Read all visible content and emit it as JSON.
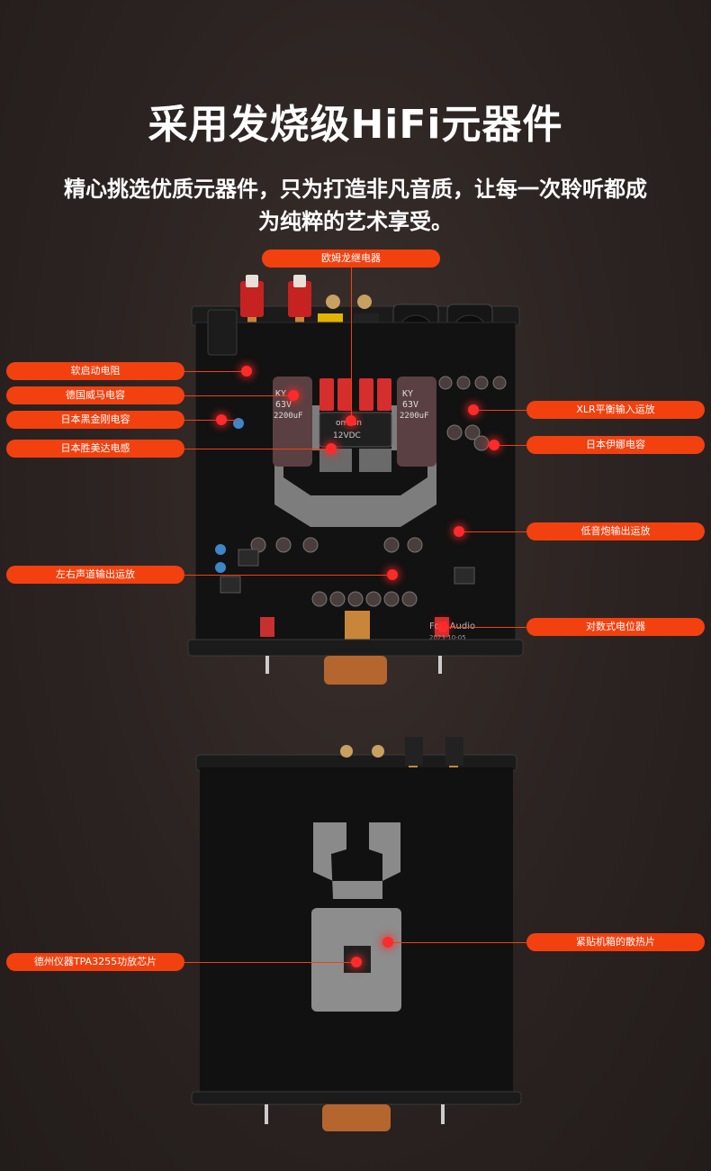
{
  "heading": "采用发烧级HiFi元器件",
  "subheading": "精心挑选优质元器件，只为打造非凡音质，让每一次聆听都成为纯粹的艺术享受。",
  "top_board": {
    "capacitor_print": {
      "brand": "KY",
      "voltage": "63V",
      "capacitance": "2200uF"
    },
    "relay_print": {
      "brand": "omron",
      "spec": "12VDC"
    },
    "brand_print": "Fosi Audio",
    "date_print": "2023-10-05"
  },
  "labels": {
    "relay": "欧姆龙继电器",
    "soft_start": "软启动电阻",
    "wima": "德国威马电容",
    "nichicon": "日本黑金刚电容",
    "inductor": "日本胜美达电感",
    "lr_opamp": "左右声道输出运放",
    "xlr_opamp": "XLR平衡输入运放",
    "elna": "日本伊娜电容",
    "sub_opamp": "低音炮输出运放",
    "pot": "对数式电位器",
    "tpa": "德州仪器TPA3255功放芯片",
    "heatsink": "紧贴机箱的散热片"
  },
  "colors": {
    "label_bg": "#f2410f",
    "dot": "#ff2a2a",
    "board": "#121212",
    "background": "#2b2321"
  }
}
